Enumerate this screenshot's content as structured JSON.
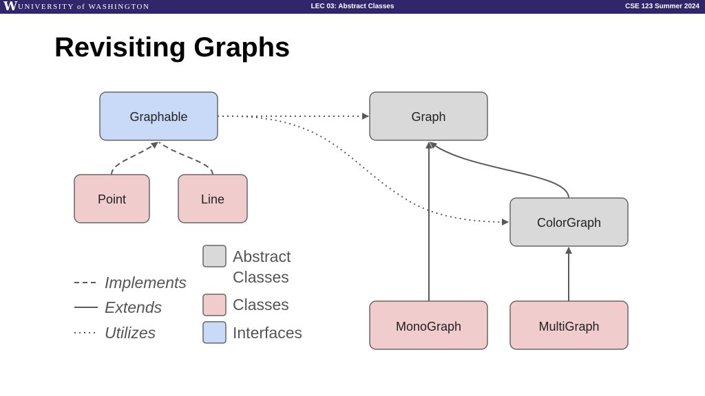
{
  "header": {
    "logo_letter": "W",
    "university": "UNIVERSITY of WASHINGTON",
    "lecture": "LEC 03: Abstract Classes",
    "course": "CSE 123 Summer 2024"
  },
  "slide": {
    "title": "Revisiting Graphs"
  },
  "colors": {
    "header_bg": "#32266a",
    "abstract_fill": "#d9d9d9",
    "class_fill": "#f0cccc",
    "interface_fill": "#c9daf8",
    "box_stroke": "#666666",
    "line_color": "#595959"
  },
  "diagram": {
    "nodes": {
      "graphable": "Graphable",
      "graph": "Graph",
      "point": "Point",
      "line": "Line",
      "colorgraph": "ColorGraph",
      "monograph": "MonoGraph",
      "multigraph": "MultiGraph"
    },
    "legend": {
      "implements": "Implements",
      "extends": "Extends",
      "utilizes": "Utilizes",
      "abstract_line1": "Abstract",
      "abstract_line2": "Classes",
      "classes": "Classes",
      "interfaces": "Interfaces"
    }
  }
}
